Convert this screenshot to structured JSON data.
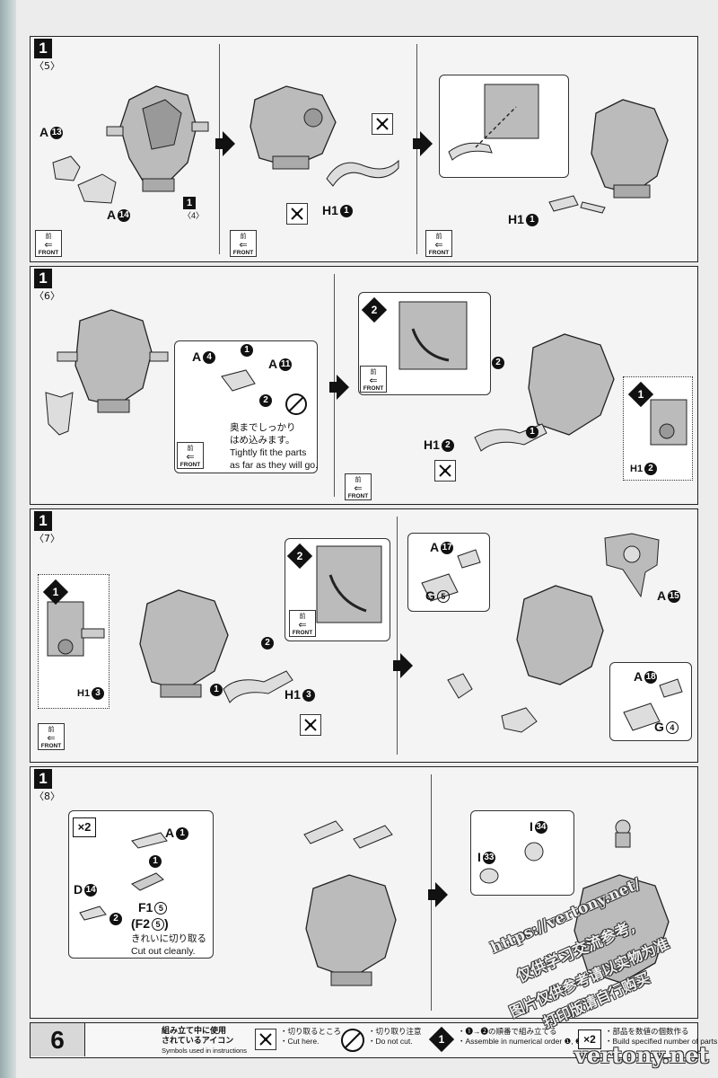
{
  "page_number": "6",
  "front_label_jp": "前",
  "front_label_en": "FRONT",
  "panels": {
    "p5": {
      "step": "1",
      "sub": "〈5〉",
      "labels": {
        "a13": "A",
        "a14": "A",
        "h1": "H1",
        "h1b": "H1",
        "ref_step": "1",
        "ref_sub": "〈4〉"
      },
      "nums": {
        "a13": "13",
        "a14": "14",
        "h1": "1",
        "h1b": "1"
      }
    },
    "p6": {
      "step": "1",
      "sub": "〈6〉",
      "labels": {
        "a4": "A",
        "a11": "A",
        "h1_2": "H1"
      },
      "nums": {
        "a4": "4",
        "a11": "11",
        "c1": "1",
        "c2": "2",
        "h1_2": "2",
        "d2": "2",
        "s1": "1",
        "s2": "2",
        "inset1": "1",
        "inset_h": "2"
      },
      "inset_h_label": "H1",
      "note_jp": "奥までしっかり",
      "note_jp2": "はめ込みます。",
      "note_en": "Tightly fit the parts",
      "note_en2": "as far as they will go."
    },
    "p7": {
      "step": "1",
      "sub": "〈7〉",
      "labels": {
        "h1_3": "H1",
        "h1_3b": "H1",
        "a17": "A",
        "g5": "G",
        "a15": "A",
        "a18": "A",
        "g4": "G"
      },
      "nums": {
        "h1_3": "3",
        "h1_3b": "3",
        "a17": "17",
        "g5": "5",
        "a15": "15",
        "a18": "18",
        "g4": "4",
        "d1": "1",
        "d2": "2",
        "s1": "1",
        "s2": "2"
      }
    },
    "p8": {
      "step": "1",
      "sub": "〈8〉",
      "x2": "×2",
      "labels": {
        "a1": "A",
        "d14": "D",
        "f15": "F1",
        "f25": "(F2",
        "f25_close": ")",
        "i33": "I",
        "i34": "I"
      },
      "nums": {
        "a1": "1",
        "d14": "14",
        "f15": "5",
        "f25": "5",
        "s1": "1",
        "s2": "2",
        "i33": "33",
        "i34": "34"
      },
      "note_jp": "きれいに切り取る",
      "note_en": "Cut out cleanly."
    }
  },
  "footer": {
    "title_jp1": "組み立て中に使用",
    "title_jp2": "されているアイコン",
    "title_en": "Symbols used in instructions",
    "cut_jp": "・切り取るところ",
    "cut_en": "・Cut here.",
    "nocut_jp": "・切り取り注意",
    "nocut_en": "・Do not cut.",
    "order_badge": "1",
    "order_jp": "・❶→❷の順番で組み立てる",
    "order_en": "・Assemble in numerical order ❶, ❷...",
    "x2_badge": "×2",
    "x2_jp": "・部品を数値の個数作る",
    "x2_en": "・Build specified number of parts."
  },
  "watermarks": {
    "url": "https://vertony.net/",
    "jp1": "仅供学习交流参考,",
    "jp2": "图片仅供参考请以实物为准",
    "jp3": "打印版请自行购买",
    "site": "vertony.net"
  }
}
